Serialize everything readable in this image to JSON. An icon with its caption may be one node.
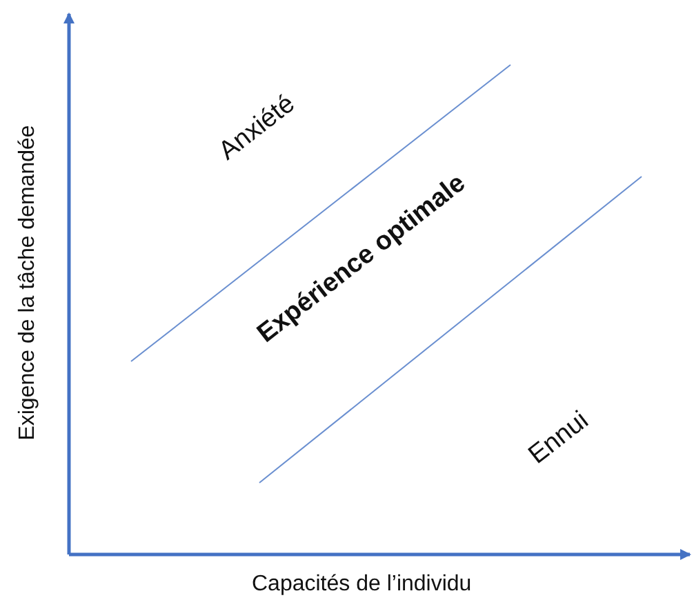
{
  "diagram": {
    "labels": [
      "Exigence de la tâche demandée",
      "Anxiété",
      "Expérience optimale",
      "Ennui",
      "Capacités de l’individu"
    ]
  }
}
